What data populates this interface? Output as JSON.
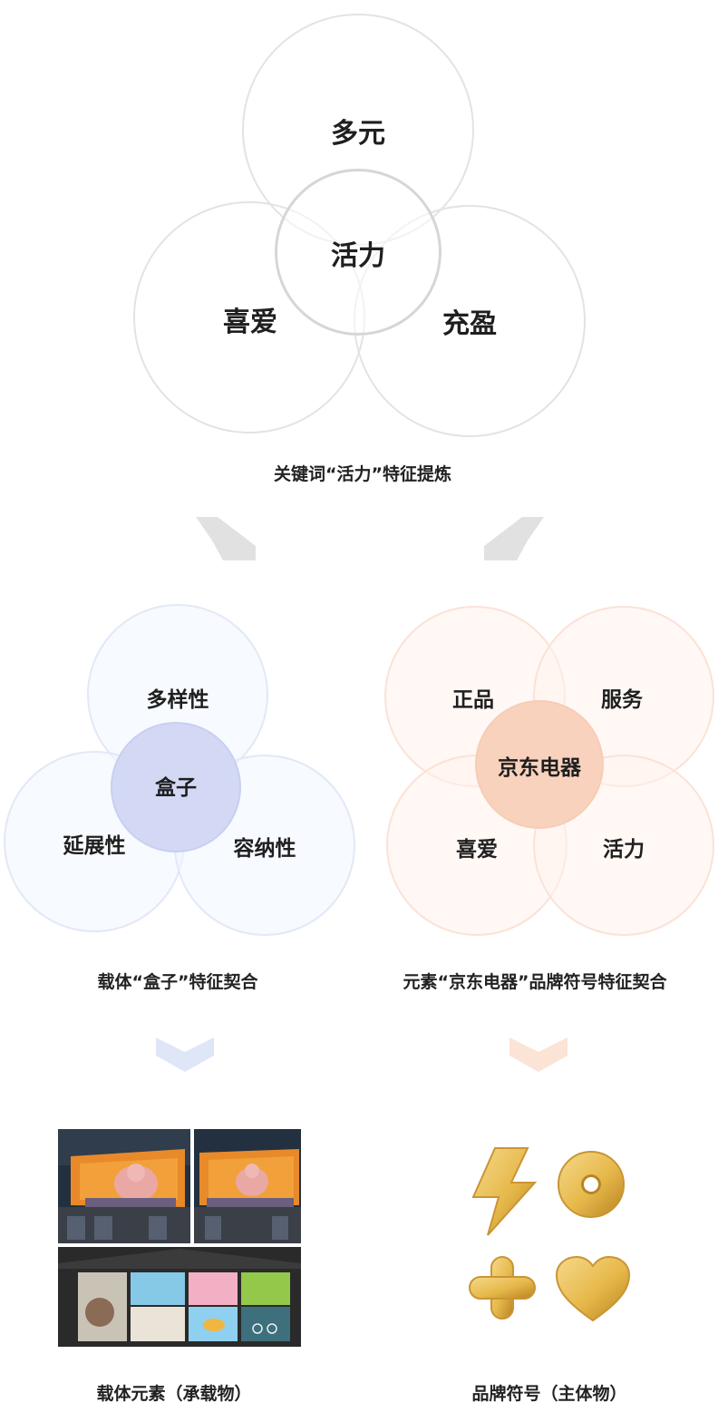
{
  "top_venn": {
    "top": "多元",
    "center": "活力",
    "left": "喜爱",
    "right": "充盈",
    "caption": "关键词“活力”特征提炼"
  },
  "left_venn": {
    "top": "多样性",
    "center": "盒子",
    "left": "延展性",
    "right": "容纳性",
    "caption": "载体“盒子”特征契合"
  },
  "right_venn": {
    "top_left": "正品",
    "top_right": "服务",
    "center": "京东电器",
    "bottom_left": "喜爱",
    "bottom_right": "活力",
    "caption": "元素“京东电器”品牌符号特征契合"
  },
  "bottom": {
    "left_caption": "载体元素（承载物）",
    "right_caption": "品牌符号（主体物）"
  },
  "colors": {
    "blue_accent": "#dfe6f8",
    "peach_accent": "#fbe3d6",
    "gray_arrow": "#e1e1e1",
    "gold": "#e6b84a"
  },
  "icons": [
    "lightning-icon",
    "ring-icon",
    "plus-icon",
    "heart-icon"
  ]
}
